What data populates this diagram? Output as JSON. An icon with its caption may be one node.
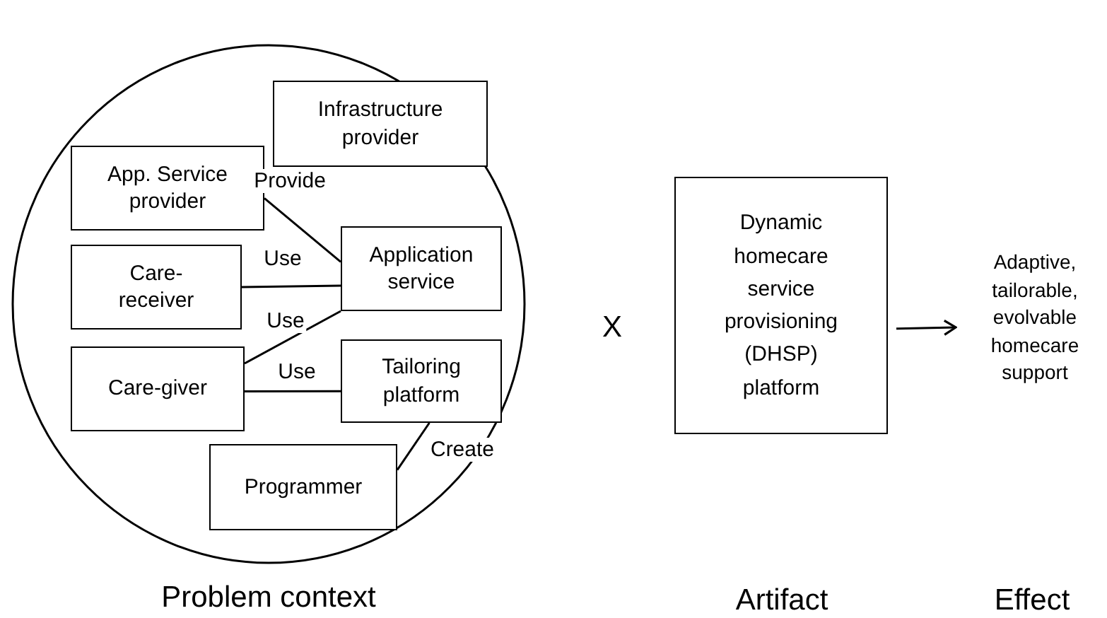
{
  "diagram": {
    "nodes": [
      {
        "text": [
          "Problem context"
        ]
      },
      {
        "text": [
          "Infrastructure provider"
        ],
        "in": 0
      },
      {
        "text": [
          "App. Service provider"
        ],
        "in": 0
      },
      {
        "text": [
          "Care-receiver"
        ],
        "in": 0
      },
      {
        "text": [
          "Application service"
        ],
        "in": 0
      },
      {
        "text": [
          "Care-giver"
        ],
        "in": 0
      },
      {
        "text": [
          "Tailoring platform"
        ],
        "in": 0
      },
      {
        "text": [
          "Programmer"
        ],
        "in": 0
      },
      {
        "text": [
          "Dynamic homecare service provisioning (DHSP) platform"
        ]
      },
      {
        "text": [
          "Adaptive, tailorable, evolvable homecare support"
        ]
      }
    ],
    "edges": [
      {
        "from": 2,
        "to": 4,
        "arrow": "none",
        "label": "Provide"
      },
      {
        "from": 3,
        "to": 4,
        "arrow": "none",
        "label": "Use"
      },
      {
        "from": 5,
        "to": 4,
        "arrow": "none",
        "label": "Use"
      },
      {
        "from": 5,
        "to": 6,
        "arrow": "none",
        "label": "Use"
      },
      {
        "from": 7,
        "to": 6,
        "arrow": "none",
        "label": "Create"
      },
      {
        "from": 8,
        "to": 9,
        "arrow": "to"
      }
    ],
    "labels": [
      "X",
      "Artifact",
      "Effect"
    ]
  }
}
